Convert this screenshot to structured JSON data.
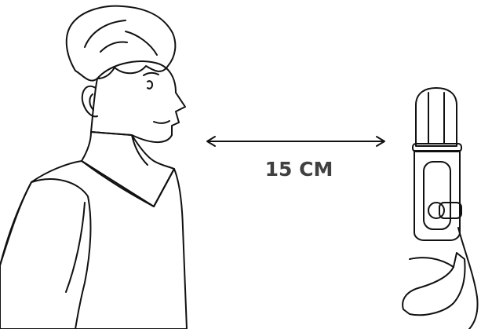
{
  "distance_label": "15 CM",
  "colors": {
    "shirt": "#d4de1e",
    "outline": "#111111",
    "label": "#404040",
    "background": "#ffffff"
  },
  "icons": [
    "person-illustration",
    "microphone-illustration",
    "double-arrow-icon"
  ]
}
